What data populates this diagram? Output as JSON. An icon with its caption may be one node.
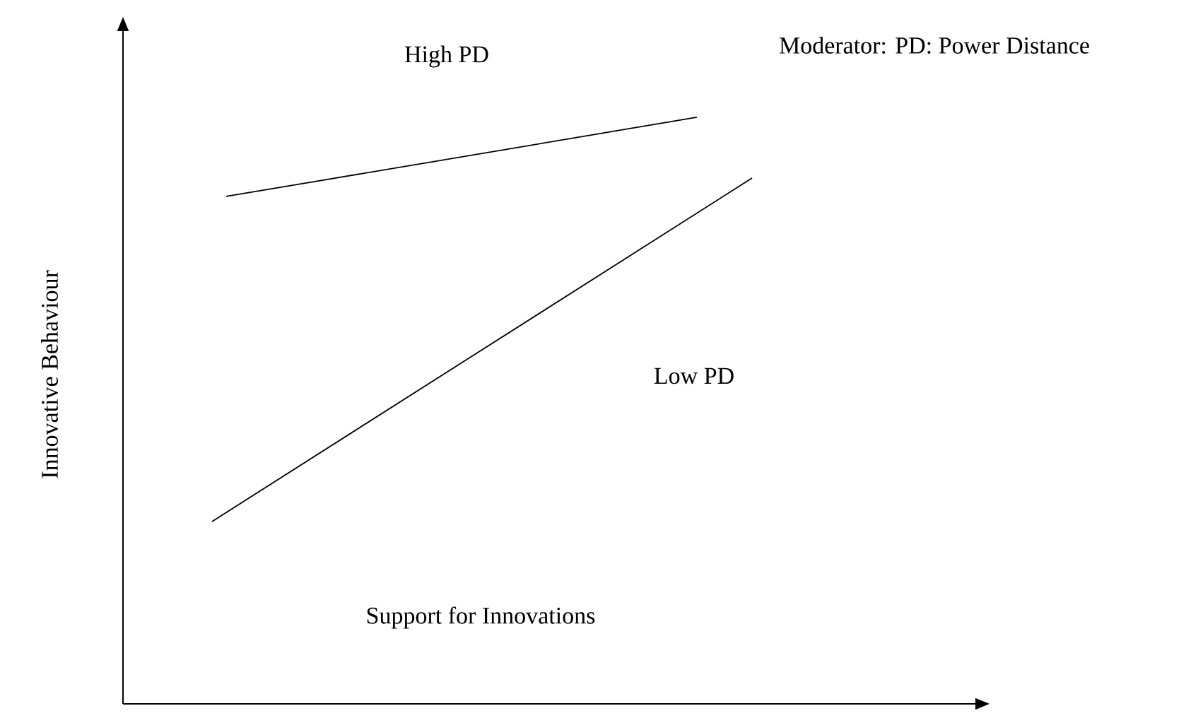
{
  "diagram": {
    "labels": [
      "High PD",
      "Moderator: PD: Power Distance",
      "Innovative Behaviour",
      "Low PD",
      "Support for Innovations"
    ]
  }
}
